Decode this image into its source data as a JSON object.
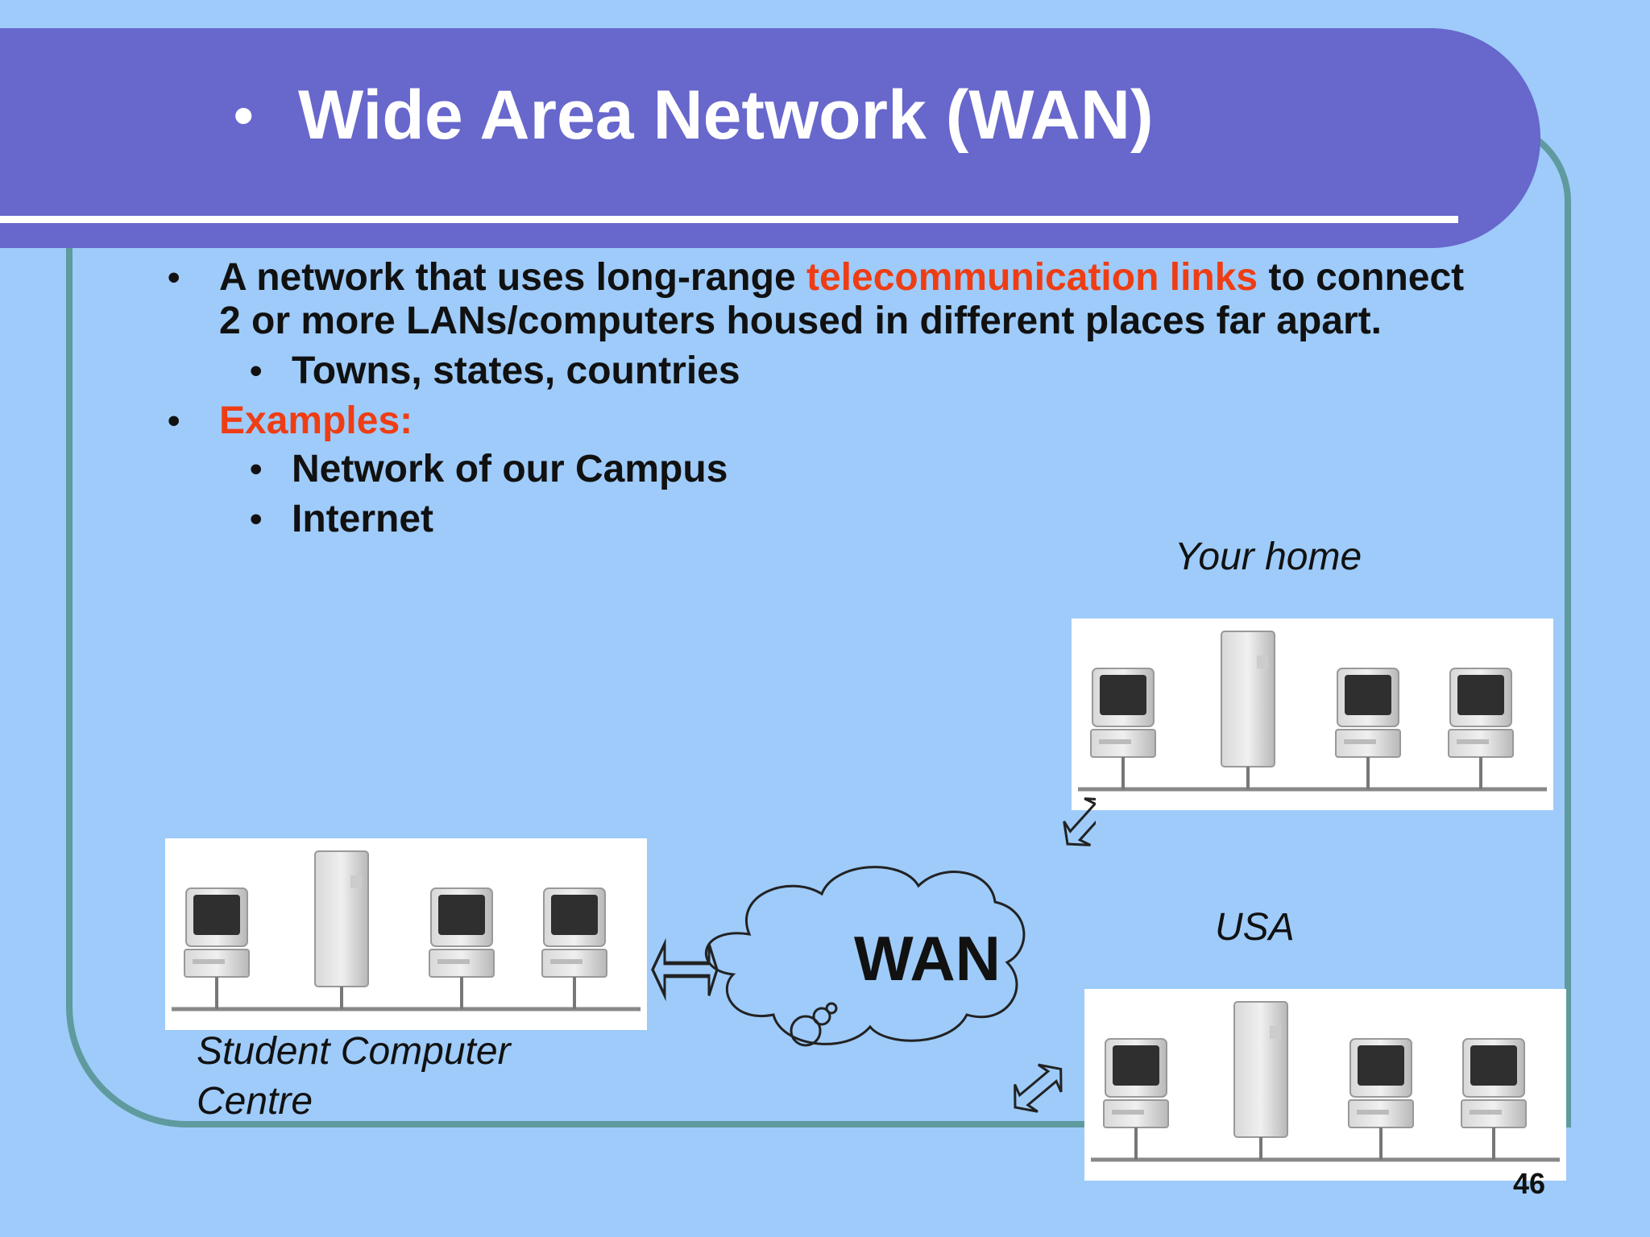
{
  "slide": {
    "title": "Wide Area Network (WAN)",
    "title_bullet": "•",
    "bullets": {
      "b1_part1": "A network that uses long-range",
      "b1_highlight": "telecommunication links",
      "b1_part2": "to connect",
      "b1_line2": "2 or more LANs/computers housed in different places far apart.",
      "b1_sub": "Towns, states, countries",
      "b2_label": "Examples:",
      "b2_sub1": "Network of our Campus",
      "b2_sub2": "Internet"
    },
    "diagram": {
      "cloud_label": "WAN",
      "site_home": "Your home",
      "site_usa": "USA",
      "site_student_line1": "Student Computer",
      "site_student_line2": "Centre"
    },
    "page_number": "46"
  },
  "colors": {
    "background": "#9ecbf9",
    "title_bar": "#6767cc",
    "highlight": "#ee3d14",
    "frame": "#5f9a9e"
  }
}
